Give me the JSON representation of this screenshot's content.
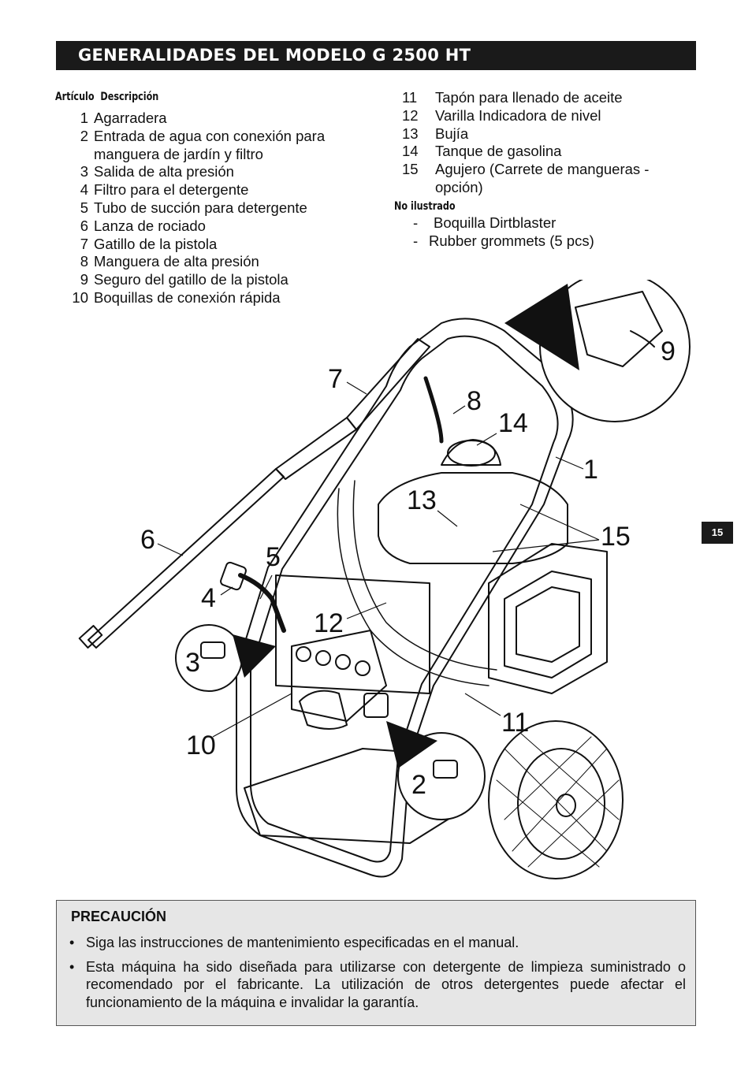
{
  "header": {
    "title": "GENERALIDADES DEL MODELO G 2500 HT"
  },
  "list_heading": {
    "article": "Artículo",
    "description": "Descripción"
  },
  "items_left": [
    {
      "num": "1",
      "text": "Agarradera"
    },
    {
      "num": "2",
      "text": "Entrada de agua con conexión para manguera de jardín y filtro"
    },
    {
      "num": "3",
      "text": "Salida de alta presión"
    },
    {
      "num": "4",
      "text": "Filtro para el detergente"
    },
    {
      "num": "5",
      "text": "Tubo de succión para detergente"
    },
    {
      "num": "6",
      "text": "Lanza de rociado"
    },
    {
      "num": "7",
      "text": "Gatillo de la pistola"
    },
    {
      "num": "8",
      "text": "Manguera de alta presión"
    },
    {
      "num": "9",
      "text": "Seguro del gatillo de la pistola"
    },
    {
      "num": "10",
      "text": "Boquillas de conexión rápida"
    }
  ],
  "items_right": [
    {
      "num": "11",
      "text": "Tapón para llenado de aceite"
    },
    {
      "num": "12",
      "text": "Varilla Indicadora de nivel"
    },
    {
      "num": "13",
      "text": "Bujía"
    },
    {
      "num": "14",
      "text": "Tanque de gasolina"
    },
    {
      "num": "15",
      "text": "Agujero (Carrete de mangueras - opción)"
    }
  ],
  "not_illustrated": {
    "heading": "No ilustrado",
    "items": [
      {
        "dash": "-",
        "text": "Boquilla Dirtblaster"
      },
      {
        "dash": "-",
        "text": "Rubber grommets (5 pcs)"
      }
    ]
  },
  "diagram_callouts": [
    "1",
    "2",
    "3",
    "4",
    "5",
    "6",
    "7",
    "8",
    "9",
    "10",
    "11",
    "12",
    "13",
    "14",
    "15"
  ],
  "caution": {
    "title": "PRECAUCIÓN",
    "bullets": [
      "Siga las instrucciones de mantenimiento especificadas en el manual.",
      "Esta máquina ha sido diseñada para utilizarse con detergente de limpieza suministrado o recomendado por el fabricante. La utilización de otros detergentes puede afectar el funcionamiento de la máquina e invalidar la garantía."
    ]
  },
  "page_number": "15"
}
